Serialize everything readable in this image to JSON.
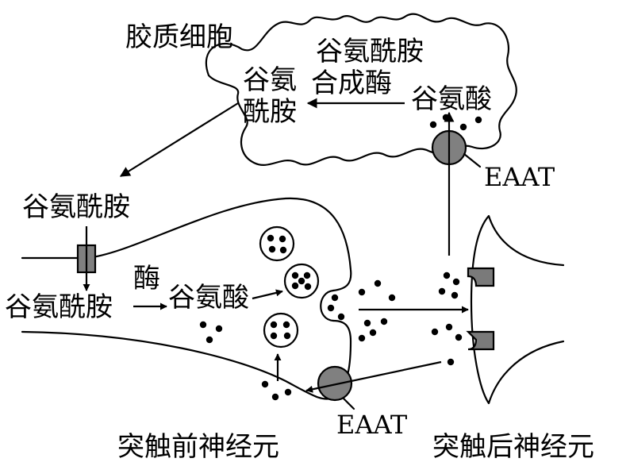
{
  "labels": {
    "glial_cell": "胶质细胞",
    "glutamine_synthetase_line1": "谷氨酰胺",
    "glutamine_synthetase_line2": "合成酶",
    "glutamine_in_glia_line1": "谷氨",
    "glutamine_in_glia_line2": "酰胺",
    "glutamate_in_glia": "谷氨酸",
    "eaat_glia": "EAAT",
    "glutamine_outside": "谷氨酰胺",
    "glutamine_presynaptic": "谷氨酰胺",
    "enzyme": "酶",
    "glutamate_presynaptic": "谷氨酸",
    "eaat_presynaptic": "EAAT",
    "presynaptic_neuron": "突触前神经元",
    "postsynaptic_neuron": "突触后神经元"
  },
  "colors": {
    "line": "#000000",
    "transporter_fill": "#808080",
    "receptor_fill": "#7a7a7a",
    "background": "#ffffff"
  }
}
